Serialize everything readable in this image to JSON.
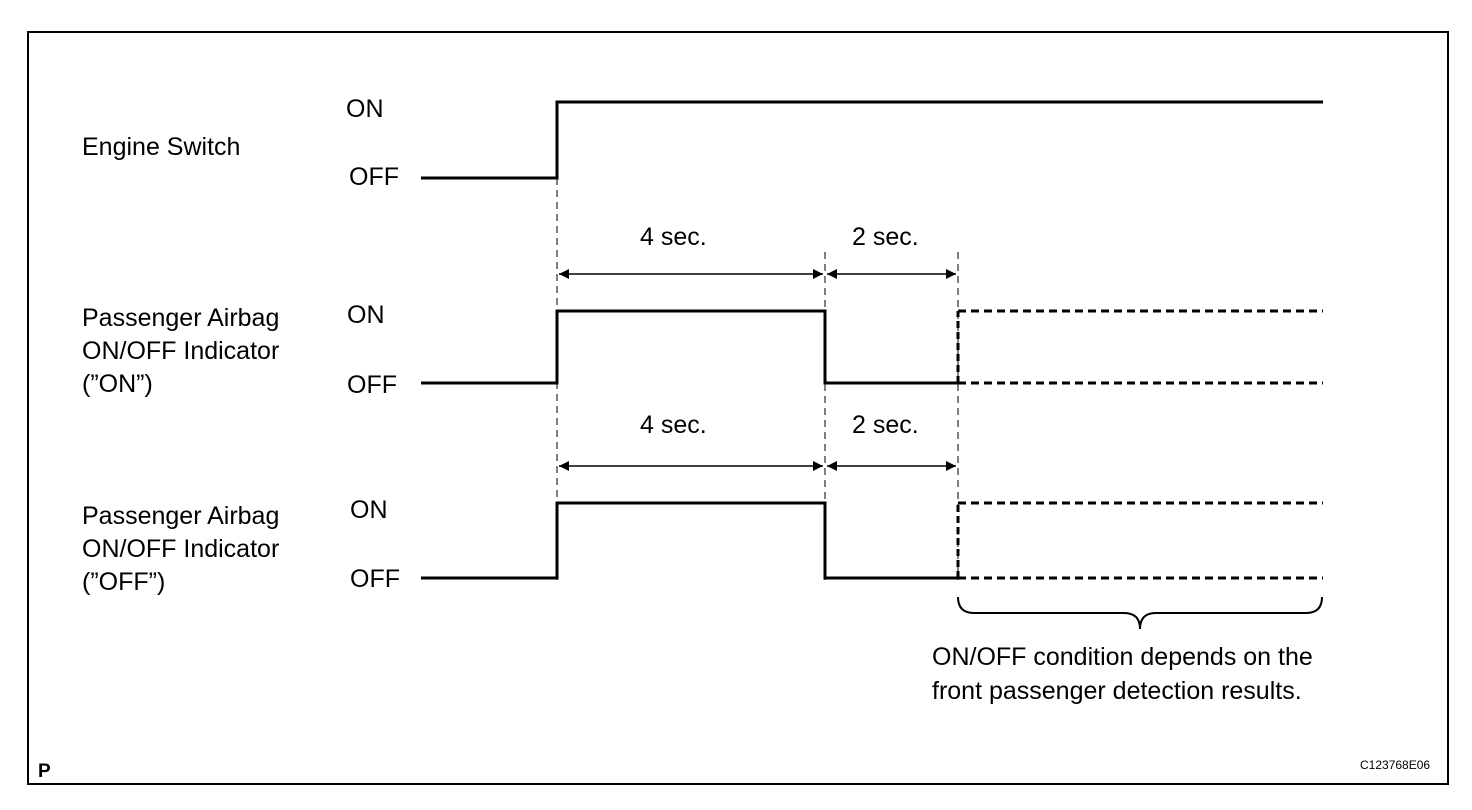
{
  "corner_mark": "P",
  "figure_code": "C123768E06",
  "signals": [
    {
      "name_lines": [
        "Engine Switch"
      ],
      "on_label": "ON",
      "off_label": "OFF"
    },
    {
      "name_lines": [
        "Passenger Airbag",
        "ON/OFF Indicator",
        "(”ON”)"
      ],
      "on_label": "ON",
      "off_label": "OFF",
      "interval_1": "4 sec.",
      "interval_2": "2 sec."
    },
    {
      "name_lines": [
        "Passenger Airbag",
        "ON/OFF Indicator",
        "(”OFF”)"
      ],
      "on_label": "ON",
      "off_label": "OFF",
      "interval_1": "4 sec.",
      "interval_2": "2 sec."
    }
  ],
  "note_lines": [
    "ON/OFF condition depends on the",
    "front passenger detection results."
  ],
  "colors": {
    "line": "#000000",
    "background": "#ffffff"
  }
}
